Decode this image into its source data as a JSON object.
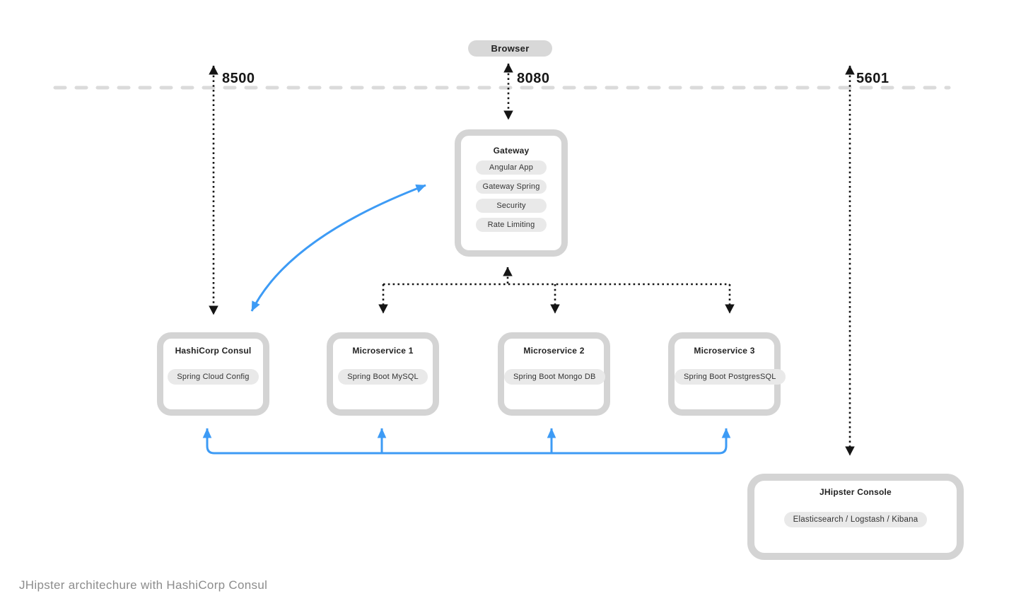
{
  "browser": {
    "label": "Browser"
  },
  "ports": {
    "consul": "8500",
    "gateway": "8080",
    "console": "5601"
  },
  "gateway": {
    "title": "Gateway",
    "pills": [
      "Angular App",
      "Gateway Spring",
      "Security",
      "Rate Limiting"
    ]
  },
  "nodes": [
    {
      "title": "HashiCorp Consul",
      "pill": "Spring Cloud Config"
    },
    {
      "title": "Microservice 1",
      "pill": "Spring Boot MySQL"
    },
    {
      "title": "Microservice 2",
      "pill": "Spring Boot Mongo DB"
    },
    {
      "title": "Microservice 3",
      "pill": "Spring Boot PostgresSQL"
    }
  ],
  "console": {
    "title": "JHipster Console",
    "pill": "Elasticsearch / Logstash / Kibana"
  },
  "caption": "JHipster architechure with HashiCorp Consul",
  "colors": {
    "accent_blue": "#3d9bf5",
    "box_border": "#d4d4d4",
    "pill_bg": "#e9e9e9",
    "browser_pill_bg": "#d8d8d8",
    "line_black": "#151515",
    "separator_dash": "#dbdbdb",
    "caption_text": "#8c8c8c"
  }
}
